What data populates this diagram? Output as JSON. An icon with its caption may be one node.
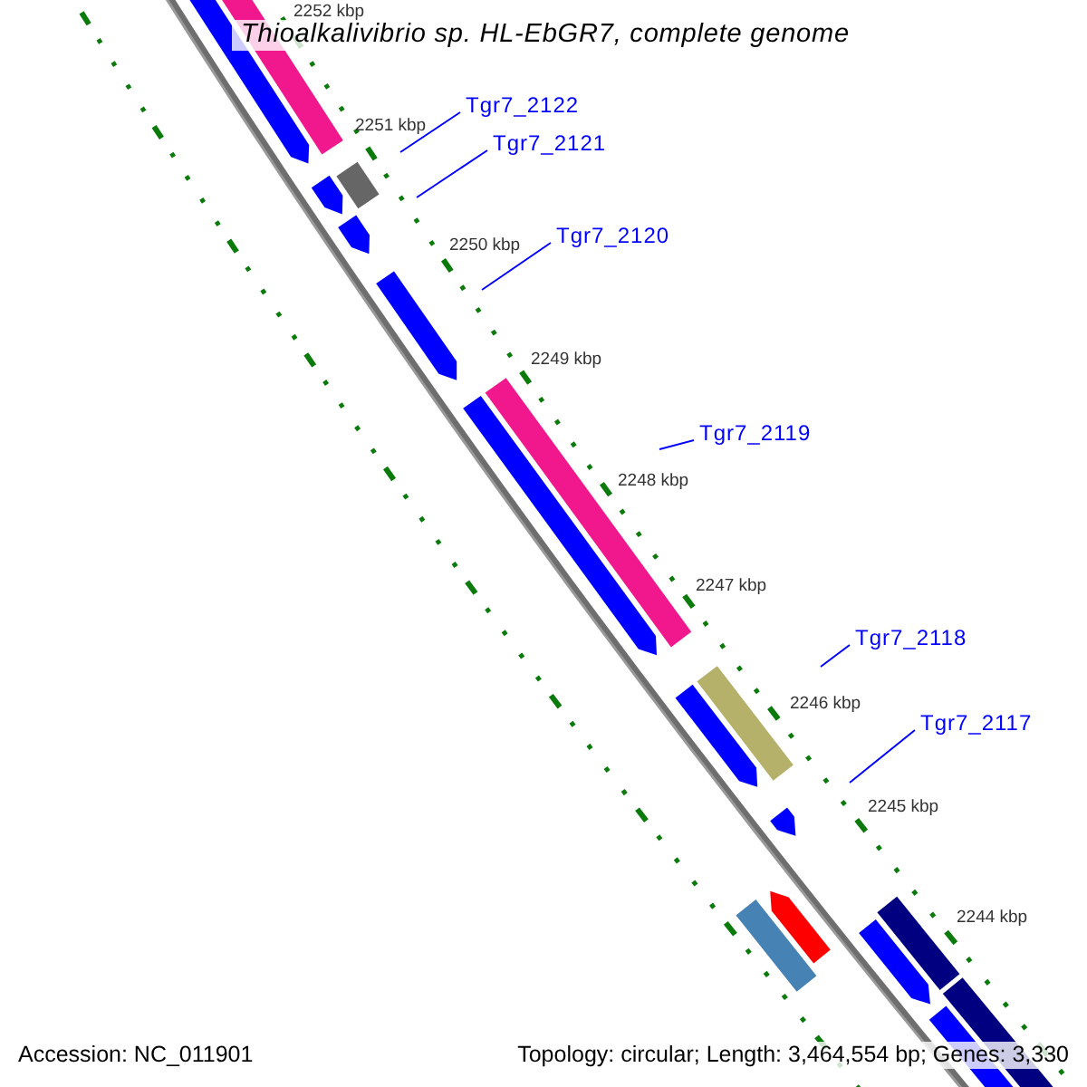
{
  "diagram": {
    "title": "Thioalkalivibrio sp. HL-EbGR7, complete genome",
    "nodes": [
      {
        "text": [
          "Tgr7_2122"
        ]
      },
      {
        "text": [
          "Tgr7_2121"
        ]
      },
      {
        "text": [
          "Tgr7_2120"
        ]
      },
      {
        "text": [
          "Tgr7_2119"
        ]
      },
      {
        "text": [
          "Tgr7_2118"
        ]
      },
      {
        "text": [
          "Tgr7_2117"
        ]
      }
    ],
    "edges": [
      {
        "from": 0,
        "to": null,
        "arrow": "none"
      },
      {
        "from": 1,
        "to": null,
        "arrow": "none"
      },
      {
        "from": 2,
        "to": null,
        "arrow": "none"
      },
      {
        "from": 3,
        "to": null,
        "arrow": "none"
      },
      {
        "from": 4,
        "to": null,
        "arrow": "none"
      },
      {
        "from": 5,
        "to": null,
        "arrow": "none"
      }
    ],
    "labels": [
      "2252 kbp",
      "2251 kbp",
      "2250 kbp",
      "2249 kbp",
      "2248 kbp",
      "2247 kbp",
      "2246 kbp",
      "2245 kbp",
      "2244 kbp",
      "Accession: NC_011901",
      "Topology: circular; Length: 3,464,554 bp; Genes: 3,330"
    ]
  }
}
